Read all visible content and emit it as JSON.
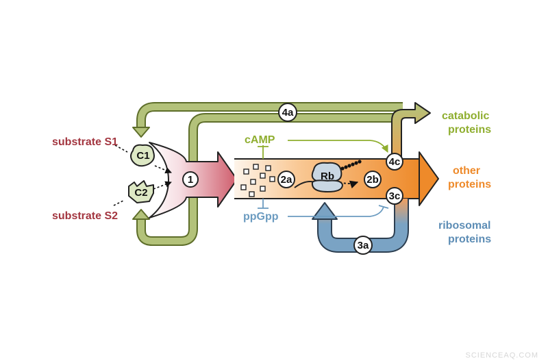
{
  "colors": {
    "substrate": "#a33640",
    "catabolic": "#8fae2f",
    "other": "#ee8a2a",
    "ribosomal": "#5d8db5",
    "camp": "#8fae2f",
    "ppgpp": "#6b9bc0",
    "green_arrow": "#b3c27a",
    "blue_arrow": "#7aa3c4"
  },
  "labels": {
    "substrate_s1": "substrate S1",
    "substrate_s2": "substrate S2",
    "camp": "cAMP",
    "ppgpp": "ppGpp",
    "catabolic_line1": "catabolic",
    "catabolic_line2": "proteins",
    "other_line1": "other",
    "other_line2": "proteins",
    "ribosomal_line1": "ribosomal",
    "ribosomal_line2": "proteins"
  },
  "nodes": {
    "c1": "C1",
    "c2": "C2",
    "rb": "Rb",
    "n1": "1",
    "n2a": "2a",
    "n2b": "2b",
    "n3a": "3a",
    "n3c": "3c",
    "n4a": "4a",
    "n4c": "4c"
  },
  "watermark": "SCIENCEAQ.COM"
}
